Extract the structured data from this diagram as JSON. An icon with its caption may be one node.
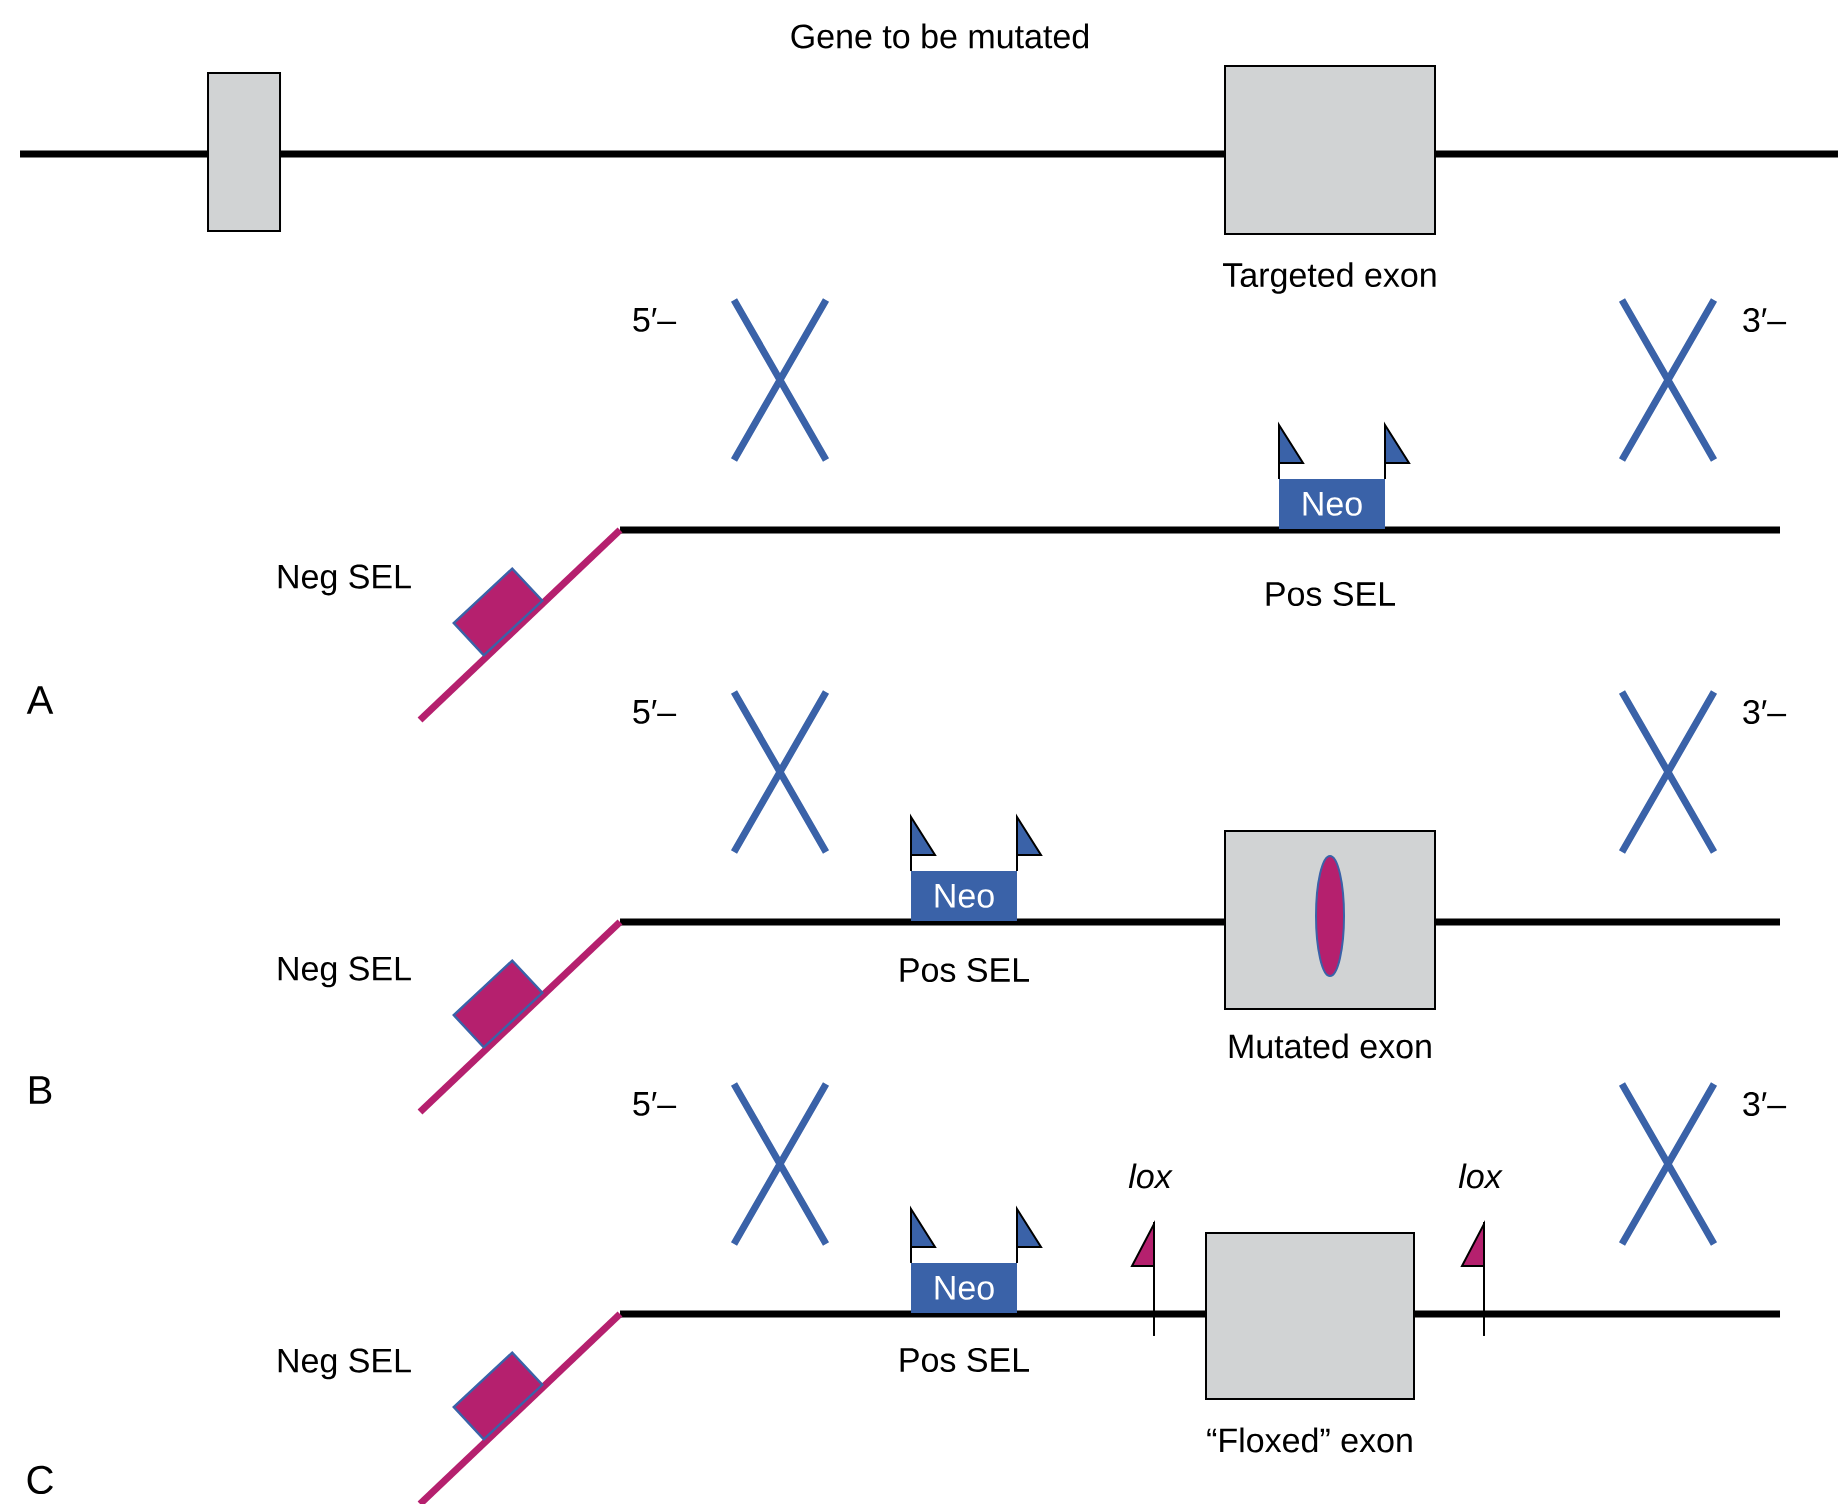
{
  "diagram": {
    "nodes": [
      {
        "text": [],
        "shape": "box"
      },
      {
        "text": [],
        "shape": "box",
        "beside": [
          "Targeted exon"
        ]
      },
      {
        "text": [],
        "shape": "box",
        "beside": [
          "Neg SEL"
        ]
      },
      {
        "text": [
          "Neo"
        ],
        "beside": [
          "Pos SEL"
        ]
      },
      {
        "text": [],
        "shape": "box",
        "beside": [
          "Neg SEL"
        ]
      },
      {
        "text": [
          "Neo"
        ],
        "beside": [
          "Pos SEL"
        ]
      },
      {
        "text": [],
        "shape": "box",
        "beside": [
          "Mutated exon"
        ]
      },
      {
        "text": [],
        "shape": "box",
        "beside": [
          "Neg SEL"
        ]
      },
      {
        "text": [
          "Neo"
        ],
        "beside": [
          "Pos SEL"
        ]
      },
      {
        "text": [],
        "shape": "box",
        "beside": [
          "“Floxed” exon"
        ]
      }
    ],
    "labels": [
      "Gene to be mutated",
      "5′–",
      "3′–",
      "A",
      "5′–",
      "3′–",
      "B",
      "5′–",
      "lox",
      "lox",
      "3′–",
      "C"
    ]
  }
}
